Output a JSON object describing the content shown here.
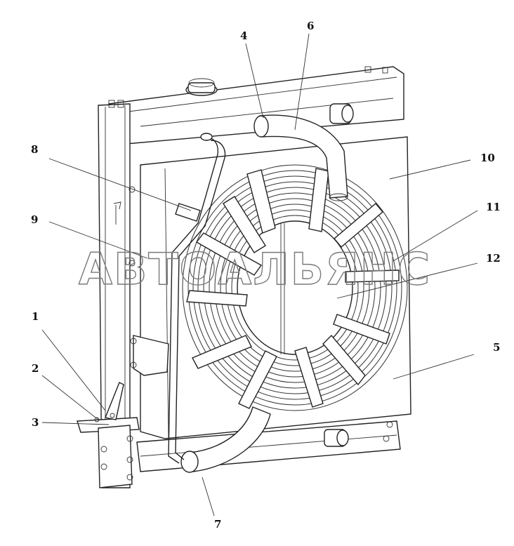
{
  "watermark": "АВТОАЛЬЯНС",
  "callouts": [
    {
      "id": "1",
      "label": "1"
    },
    {
      "id": "2",
      "label": "2"
    },
    {
      "id": "3",
      "label": "3"
    },
    {
      "id": "4",
      "label": "4"
    },
    {
      "id": "5",
      "label": "5"
    },
    {
      "id": "6",
      "label": "6"
    },
    {
      "id": "7",
      "label": "7"
    },
    {
      "id": "8",
      "label": "8"
    },
    {
      "id": "9",
      "label": "9"
    },
    {
      "id": "10",
      "label": "10"
    },
    {
      "id": "11",
      "label": "11"
    },
    {
      "id": "12",
      "label": "12"
    }
  ]
}
